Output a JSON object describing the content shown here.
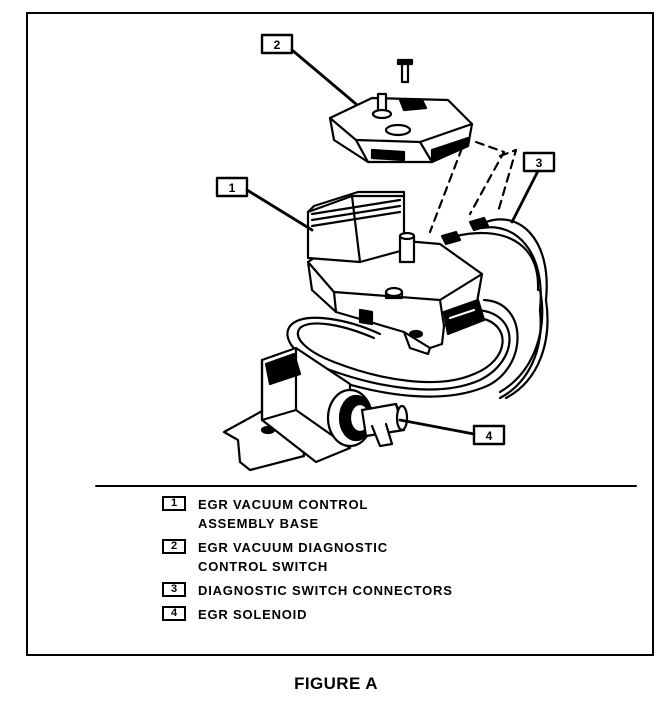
{
  "callouts": [
    {
      "number": "1"
    },
    {
      "number": "2"
    },
    {
      "number": "3"
    },
    {
      "number": "4"
    }
  ],
  "legend": [
    {
      "number": "1",
      "text": "EGR VACUUM CONTROL\nASSEMBLY BASE"
    },
    {
      "number": "2",
      "text": "EGR VACUUM DIAGNOSTIC\nCONTROL SWITCH"
    },
    {
      "number": "3",
      "text": "DIAGNOSTIC SWITCH CONNECTORS"
    },
    {
      "number": "4",
      "text": "EGR SOLENOID"
    }
  ],
  "caption": "FIGURE A"
}
